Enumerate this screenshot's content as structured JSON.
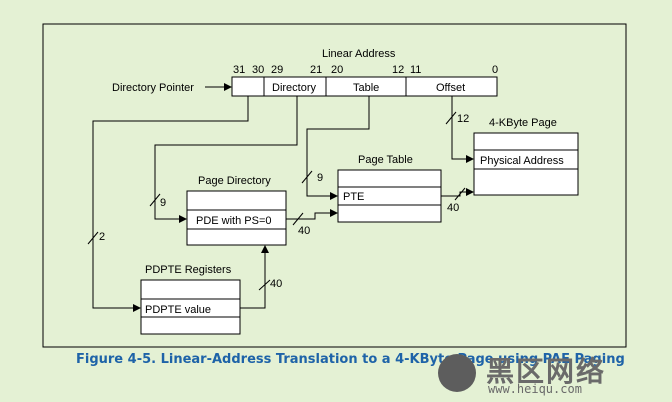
{
  "title": "Linear Address",
  "bit_labels": {
    "b31": "31",
    "b30": "30",
    "b29": "29",
    "b21": "21",
    "b20": "20",
    "b12": "12",
    "b11": "11",
    "b0": "0"
  },
  "fields": {
    "directory_pointer": "Directory Pointer",
    "directory": "Directory",
    "table": "Table",
    "offset": "Offset"
  },
  "pdpte": {
    "title": "PDPTE Registers",
    "entry": "PDPTE value"
  },
  "page_directory": {
    "title": "Page Directory",
    "entry": "PDE with PS=0"
  },
  "page_table": {
    "title": "Page Table",
    "entry": "PTE"
  },
  "page": {
    "title": "4-KByte Page",
    "entry": "Physical Address"
  },
  "bus_widths": {
    "pdpte_in": "2",
    "pd_in": "9",
    "pt_in": "9",
    "page_in": "12",
    "pdpte_out": "40",
    "pd_out": "40",
    "pt_out": "40"
  },
  "caption": "Figure 4-5.  Linear-Address Translation to a 4-KByte Page using PAE Paging",
  "watermark": {
    "zh": "黑区网络",
    "url": "www.heiqu.com"
  },
  "colors": {
    "background": "#e4f1d4",
    "caption": "#1e63a8"
  }
}
